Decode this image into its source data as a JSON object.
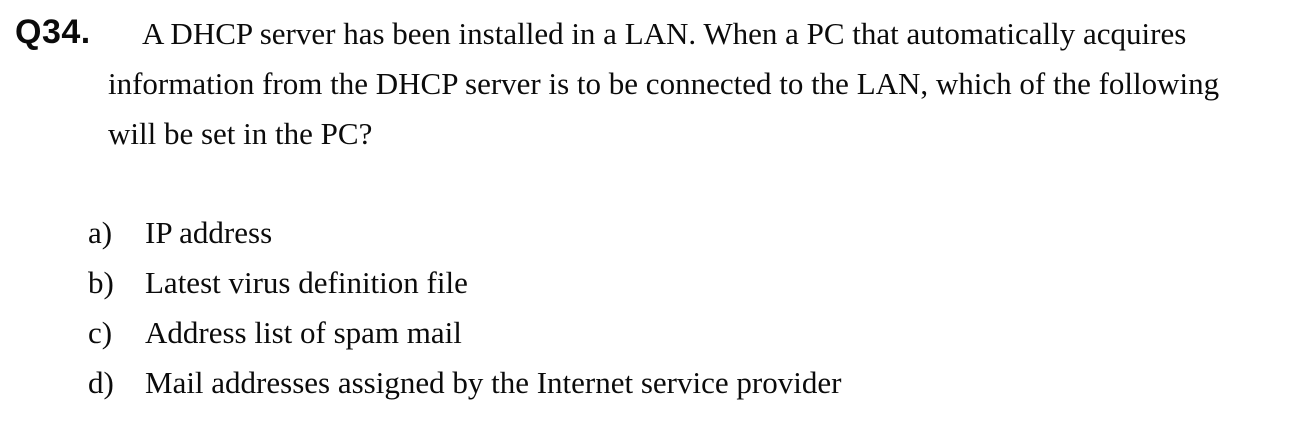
{
  "page": {
    "background_color": "#ffffff",
    "text_color": "#0b0b0b"
  },
  "question": {
    "number": "Q34.",
    "lines": [
      "A DHCP server has been installed in a LAN. When a PC that automatically acquires",
      "information from the DHCP server is to be connected to the LAN, which of the following",
      "will be set in the PC?"
    ]
  },
  "options": [
    {
      "label": "a)",
      "text": "IP address"
    },
    {
      "label": "b)",
      "text": "Latest virus definition file"
    },
    {
      "label": "c)",
      "text": "Address list of spam mail"
    },
    {
      "label": "d)",
      "text": "Mail addresses assigned by the Internet service provider"
    }
  ]
}
